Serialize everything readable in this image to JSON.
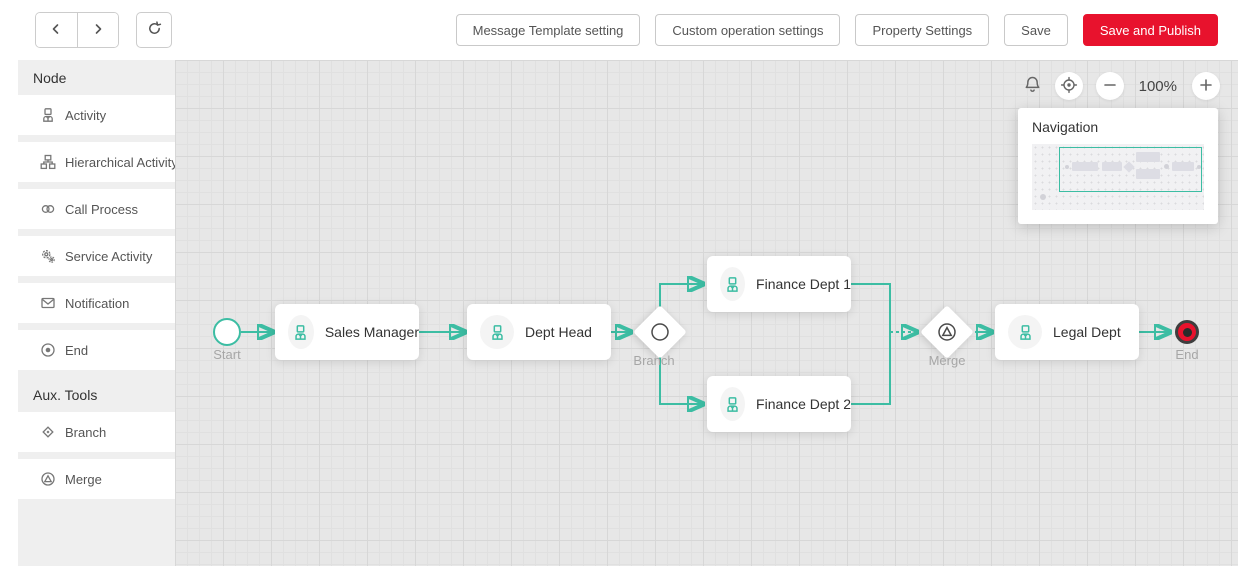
{
  "colors": {
    "accent": "#3cbda3",
    "danger": "#e8122d",
    "canvas_bg": "#e7e7e7",
    "sidebar_bg": "#efefef"
  },
  "toolbar": {
    "nav": [
      {
        "name": "back",
        "icon": "chevron-left-icon"
      },
      {
        "name": "forward",
        "icon": "chevron-right-icon"
      },
      {
        "name": "refresh",
        "icon": "refresh-icon"
      }
    ],
    "buttons": [
      {
        "label": "Message Template setting"
      },
      {
        "label": "Custom operation settings"
      },
      {
        "label": "Property Settings"
      },
      {
        "label": "Save"
      },
      {
        "label": "Save and Publish",
        "style": "primary"
      }
    ]
  },
  "sidebar": {
    "sections": [
      {
        "title": "Node",
        "items": [
          {
            "label": "Activity",
            "icon": "user-icon"
          },
          {
            "label": "Hierarchical Activity",
            "icon": "org-chart-icon"
          },
          {
            "label": "Call Process",
            "icon": "chain-link-icon"
          },
          {
            "label": "Service Activity",
            "icon": "gears-icon"
          },
          {
            "label": "Notification",
            "icon": "envelope-icon"
          },
          {
            "label": "End",
            "icon": "target-circle-icon"
          }
        ]
      },
      {
        "title": "Aux. Tools",
        "items": [
          {
            "label": "Branch",
            "icon": "diamond-icon"
          },
          {
            "label": "Merge",
            "icon": "merge-circle-icon"
          }
        ]
      }
    ]
  },
  "canvas": {
    "controls": {
      "icons": [
        "bell-icon",
        "locate-icon",
        "zoom-out-icon",
        "zoom-in-icon"
      ],
      "zoom_level": "100%"
    },
    "navigation": {
      "title": "Navigation"
    }
  },
  "workflow": {
    "nodes": [
      {
        "id": "start",
        "type": "start",
        "label": "Start"
      },
      {
        "id": "sales-manager",
        "type": "activity",
        "label": "Sales Manager"
      },
      {
        "id": "dept-head",
        "type": "activity",
        "label": "Dept Head"
      },
      {
        "id": "branch",
        "type": "branch",
        "label": "Branch"
      },
      {
        "id": "finance-dept-1",
        "type": "activity",
        "label": "Finance Dept 1"
      },
      {
        "id": "finance-dept-2",
        "type": "activity",
        "label": "Finance Dept 2"
      },
      {
        "id": "merge",
        "type": "merge",
        "label": "Merge"
      },
      {
        "id": "legal-dept",
        "type": "activity",
        "label": "Legal Dept"
      },
      {
        "id": "end",
        "type": "end",
        "label": "End"
      }
    ],
    "edges": [
      {
        "from": "start",
        "to": "sales-manager"
      },
      {
        "from": "sales-manager",
        "to": "dept-head"
      },
      {
        "from": "dept-head",
        "to": "branch"
      },
      {
        "from": "branch",
        "to": "finance-dept-1"
      },
      {
        "from": "branch",
        "to": "finance-dept-2"
      },
      {
        "from": "finance-dept-1",
        "to": "merge"
      },
      {
        "from": "finance-dept-2",
        "to": "merge",
        "style": "dashed-into-merge"
      },
      {
        "from": "merge",
        "to": "legal-dept"
      },
      {
        "from": "legal-dept",
        "to": "end"
      }
    ]
  }
}
